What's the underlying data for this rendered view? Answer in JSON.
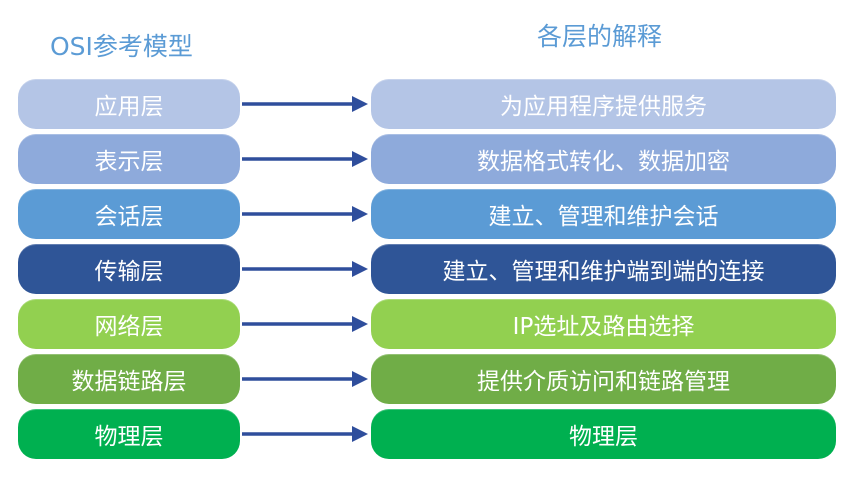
{
  "headers": {
    "left": "OSI参考模型",
    "right": "各层的解释"
  },
  "arrow_color": "#2f4e9c",
  "layers": [
    {
      "name": "应用层",
      "description": "为应用程序提供服务",
      "color": "#b4c5e6"
    },
    {
      "name": "表示层",
      "description": "数据格式转化、数据加密",
      "color": "#8eaadb"
    },
    {
      "name": "会话层",
      "description": "建立、管理和维护会话",
      "color": "#5b9bd5"
    },
    {
      "name": "传输层",
      "description": "建立、管理和维护端到端的连接",
      "color": "#2f5597"
    },
    {
      "name": "网络层",
      "description": "IP选址及路由选择",
      "color": "#92d050"
    },
    {
      "name": "数据链路层",
      "description": "提供介质访问和链路管理",
      "color": "#70ad47"
    },
    {
      "name": "物理层",
      "description": "物理层",
      "color": "#00b050"
    }
  ]
}
